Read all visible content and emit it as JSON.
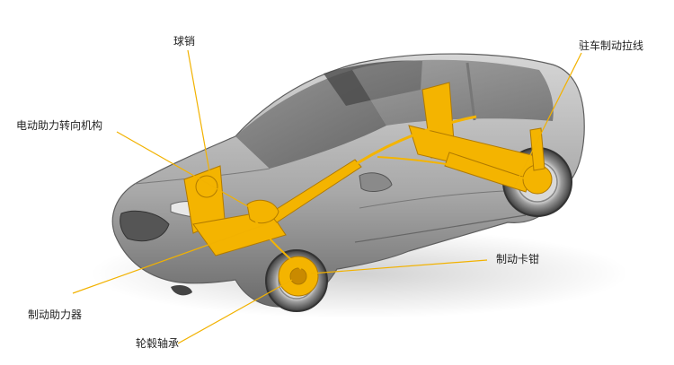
{
  "colors": {
    "leader": "#f2b200",
    "chassis": "#f4b400",
    "chassis_dark": "#c98a00",
    "body_light": "#c9c9c9",
    "body_mid": "#9a9a9a",
    "body_dark": "#5b5b5b",
    "glass": "#6f6f6f"
  },
  "labels": {
    "ball_joint": "球销",
    "eps": "电动助力转向机构",
    "parking_cable": "驻车制动拉线",
    "brake_caliper": "制动卡钳",
    "brake_booster": "制动助力器",
    "wheel_bearing": "轮毂轴承"
  }
}
